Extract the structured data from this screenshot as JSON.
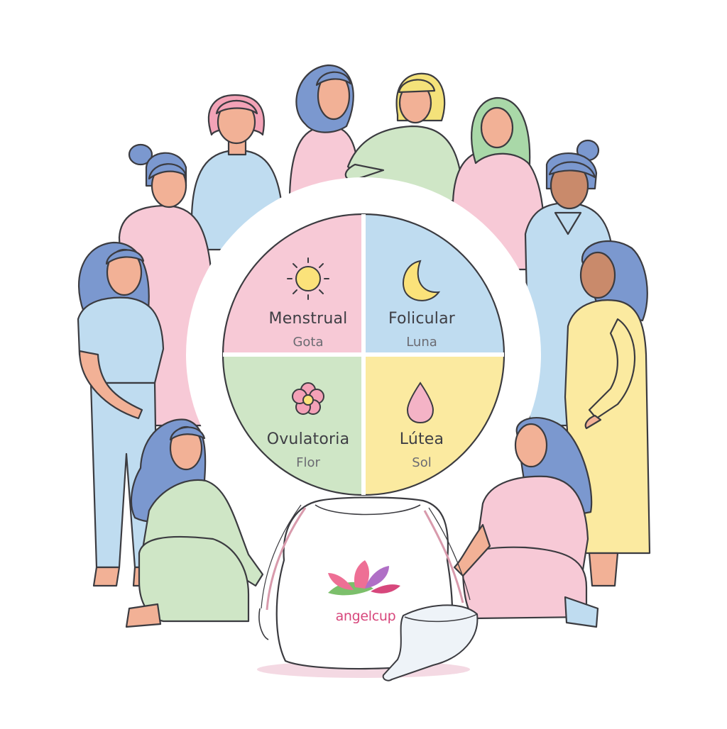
{
  "colors": {
    "pink": "#f7c9d6",
    "blue": "#bfdcf0",
    "green": "#cfe6c6",
    "yellow": "#fbeaa0",
    "skin": "#f2b196",
    "skin_dark": "#c98a6b",
    "hair_blue": "#7b98cf",
    "outline": "#3b3b40",
    "brand_pink": "#d7477c",
    "logo_green": "#7cbf6b",
    "logo_pink": "#ee6f95",
    "logo_purple": "#b06fc6"
  },
  "phases": [
    {
      "key": "menstrual",
      "name": "Menstrual",
      "symbol": "Gota",
      "icon": "sun-icon",
      "color": "pink"
    },
    {
      "key": "folicular",
      "name": "Folicular",
      "symbol": "Luna",
      "icon": "moon-icon",
      "color": "blue"
    },
    {
      "key": "ovulatoria",
      "name": "Ovulatoria",
      "symbol": "Flor",
      "icon": "flower-icon",
      "color": "green"
    },
    {
      "key": "lutea",
      "name": "Lútea",
      "symbol": "Sol",
      "icon": "drop-icon",
      "color": "yellow"
    }
  ],
  "brand": {
    "name": "angelcup",
    "logo": "lotus-logo"
  },
  "items": [
    "drawstring-pouch",
    "menstrual-cup"
  ],
  "people": [
    {
      "id": "left-standing-blue",
      "outfit": "blue",
      "pose": "standing"
    },
    {
      "id": "left-back-pink",
      "outfit": "pink",
      "pose": "standing"
    },
    {
      "id": "back-left-blue",
      "outfit": "blue",
      "pose": "standing"
    },
    {
      "id": "back-center-pink",
      "outfit": "pink",
      "pose": "standing"
    },
    {
      "id": "back-center-green",
      "outfit": "green",
      "pose": "standing"
    },
    {
      "id": "back-right-pink",
      "outfit": "pink",
      "pose": "standing"
    },
    {
      "id": "right-back-blue",
      "outfit": "blue",
      "pose": "standing"
    },
    {
      "id": "right-standing-yellow",
      "outfit": "yellow",
      "pose": "standing"
    },
    {
      "id": "left-kneeling-green",
      "outfit": "green",
      "pose": "kneeling"
    },
    {
      "id": "right-kneeling-pink",
      "outfit": "pink",
      "pose": "kneeling"
    }
  ]
}
